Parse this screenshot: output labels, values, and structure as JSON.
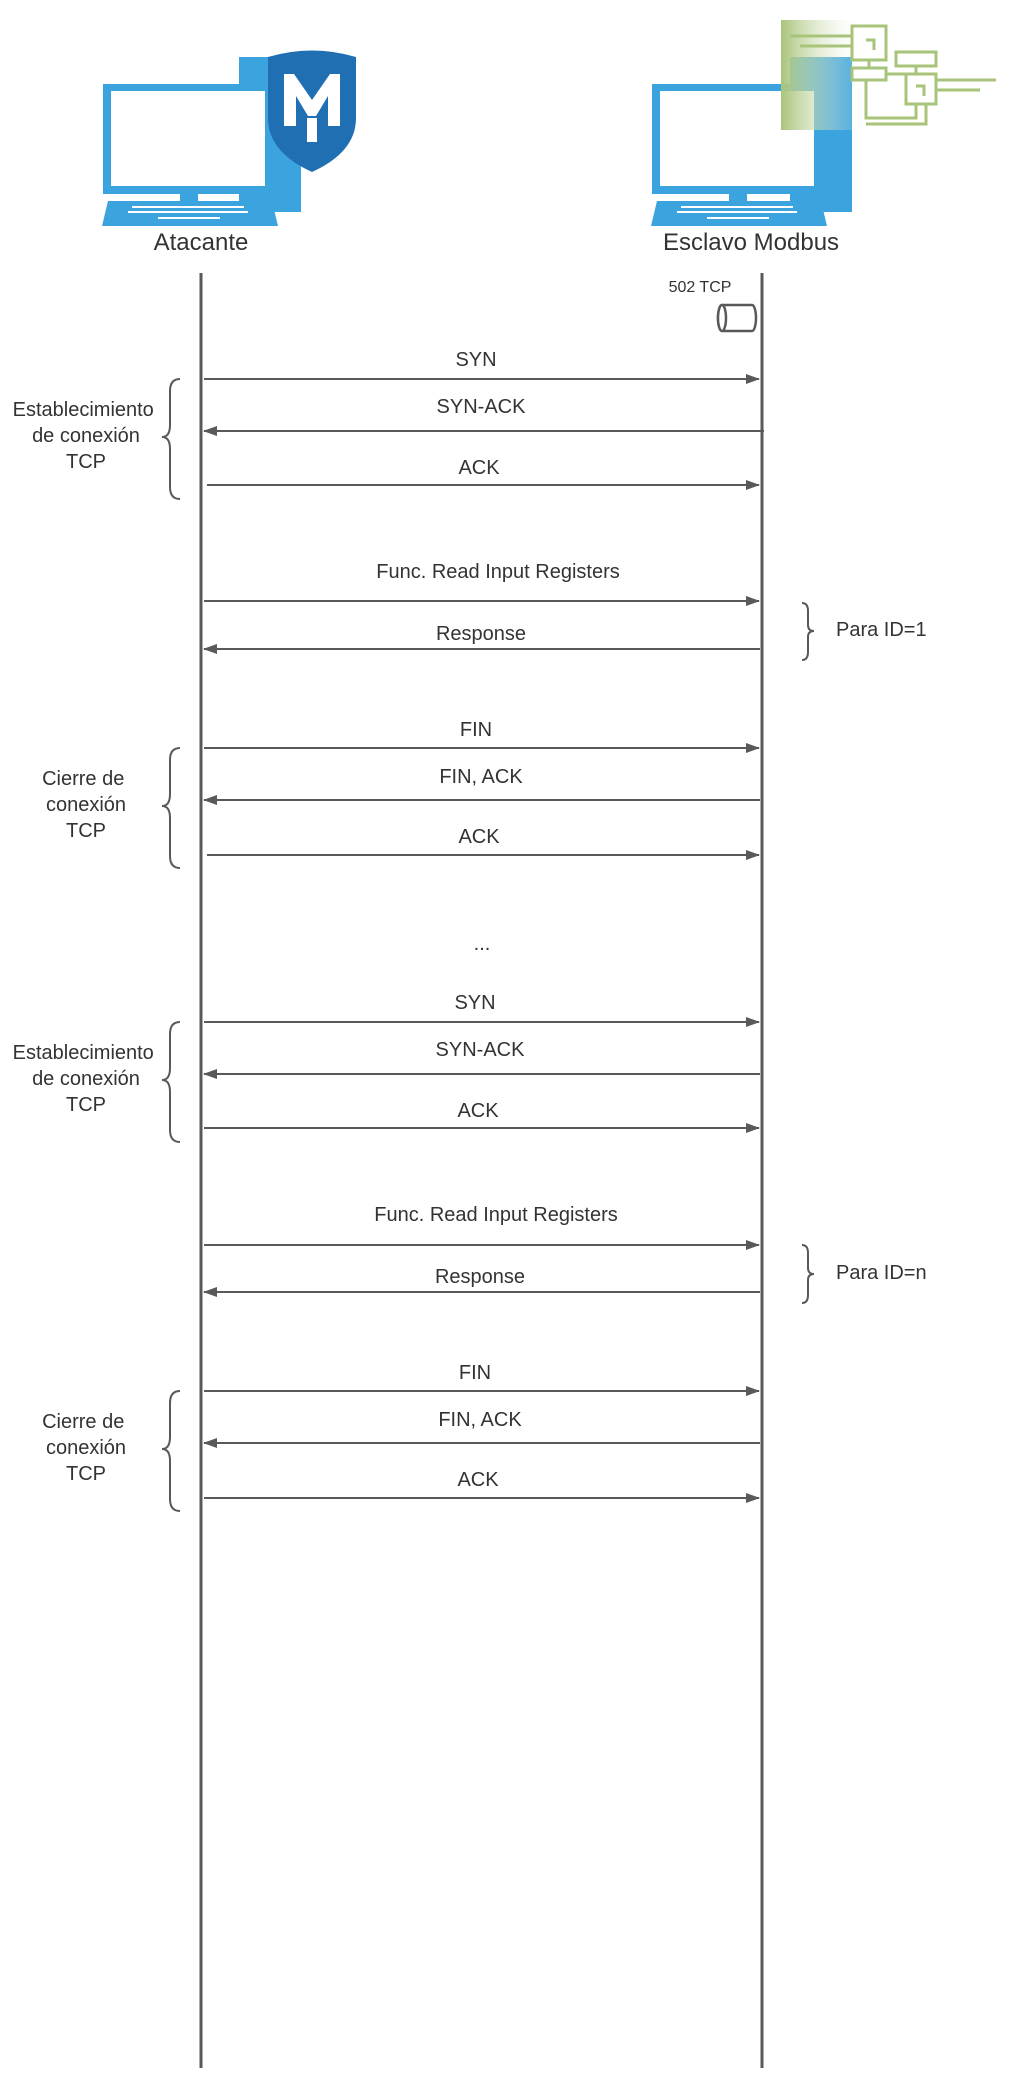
{
  "actors": {
    "attacker": {
      "label": "Atacante",
      "logo": "metasploit-shield-icon"
    },
    "slave": {
      "label": "Esclavo Modbus",
      "logo": "plc-network-icon",
      "port_label": "502 TCP"
    }
  },
  "colors": {
    "computer": "#3ba3dd",
    "shield": "#1f6fb2",
    "lifeline": "#595959",
    "text": "#333333",
    "plc": "#a8c47a"
  },
  "sequence": {
    "block1": {
      "handshake_label": "Establecimiento de conexión TCP",
      "syn": "SYN",
      "syn_ack": "SYN-ACK",
      "ack": "ACK",
      "request": "Func. Read Input Registers",
      "response": "Response",
      "id_note": "Para ID=1",
      "close_label": "Cierre de conexión TCP",
      "fin": "FIN",
      "fin_ack": "FIN, ACK",
      "close_ack": "ACK"
    },
    "ellipsis": "...",
    "block2": {
      "handshake_label": "Establecimiento de conexión TCP",
      "syn": "SYN",
      "syn_ack": "SYN-ACK",
      "ack": "ACK",
      "request": "Func. Read Input Registers",
      "response": "Response",
      "id_note": "Para ID=n",
      "close_label": "Cierre de conexión TCP",
      "fin": "FIN",
      "fin_ack": "FIN, ACK",
      "close_ack": "ACK"
    }
  }
}
